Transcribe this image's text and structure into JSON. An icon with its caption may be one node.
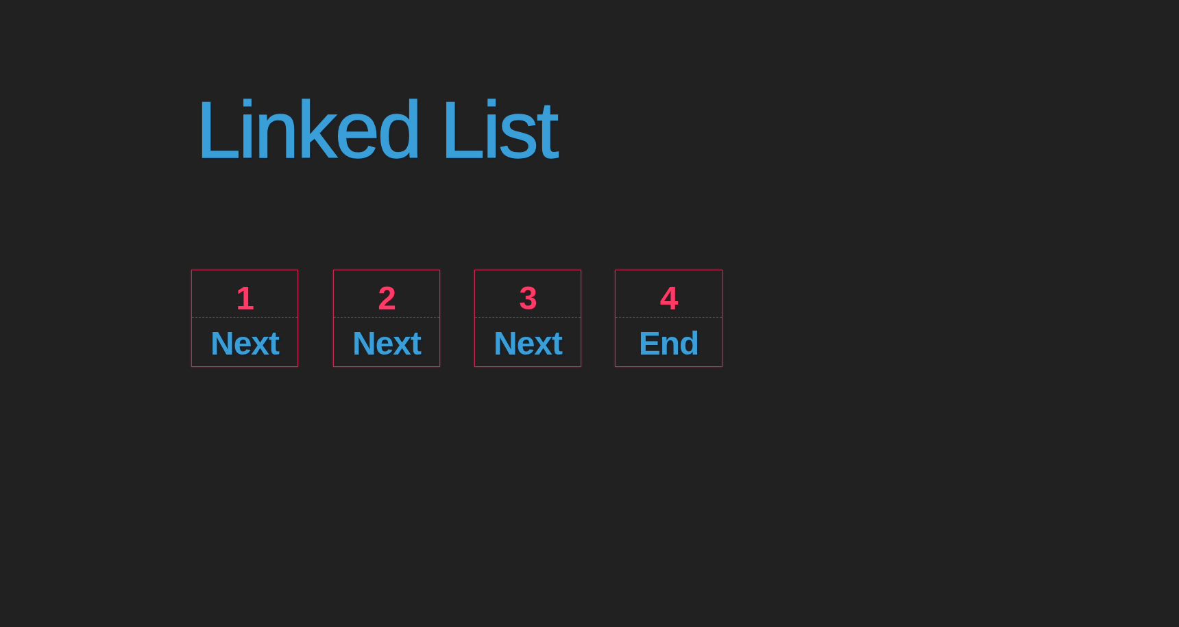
{
  "diagram": {
    "title": "Linked List",
    "nodes": [
      {
        "text": [
          "1",
          "Next"
        ]
      },
      {
        "text": [
          "2",
          "Next"
        ]
      },
      {
        "text": [
          "3",
          "Next"
        ]
      },
      {
        "text": [
          "4",
          "End"
        ]
      }
    ],
    "edges": []
  }
}
